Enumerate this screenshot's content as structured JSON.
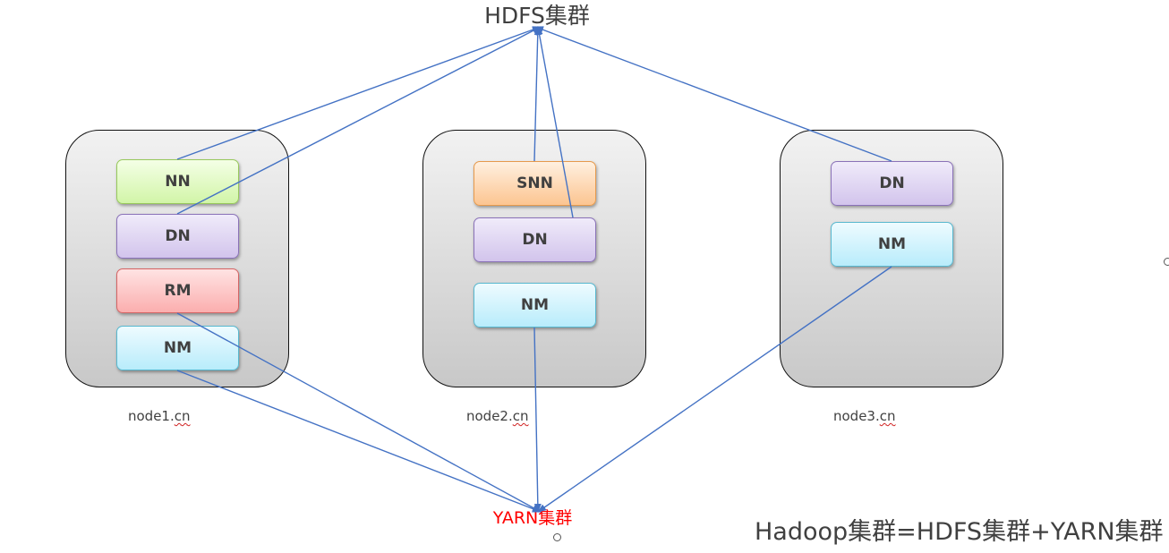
{
  "hdfs_title": "HDFS集群",
  "yarn_title": "YARN集群",
  "summary": "Hadoop集群=HDFS集群+YARN集群",
  "nodes": [
    {
      "host_prefix": "node1.",
      "host_suffix": "cn",
      "roles": [
        "NN",
        "DN",
        "RM",
        "NM"
      ]
    },
    {
      "host_prefix": "node2.",
      "host_suffix": "cn",
      "roles": [
        "SNN",
        "DN",
        "NM"
      ]
    },
    {
      "host_prefix": "node3.",
      "host_suffix": "cn",
      "roles": [
        "DN",
        "NM"
      ]
    }
  ],
  "colors": {
    "line": "#4472c4",
    "hdfs_title": "#404040",
    "yarn_title": "#ff0000"
  },
  "connections": {
    "to_hdfs": [
      "node1.NN",
      "node1.DN",
      "node2.SNN",
      "node2.DN",
      "node3.DN"
    ],
    "to_yarn": [
      "node1.RM",
      "node1.NM",
      "node2.NM",
      "node3.NM"
    ]
  }
}
